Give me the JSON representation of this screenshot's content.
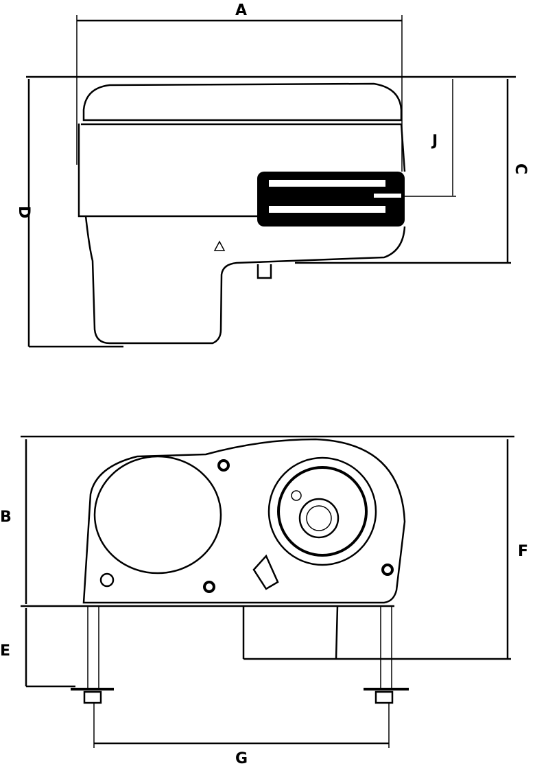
{
  "labels": {
    "A": "A",
    "J": "J",
    "C": "C",
    "D": "D",
    "B": "B",
    "E": "E",
    "F": "F",
    "G": "G"
  },
  "colors": {
    "line": "#000000",
    "background": "#ffffff"
  }
}
